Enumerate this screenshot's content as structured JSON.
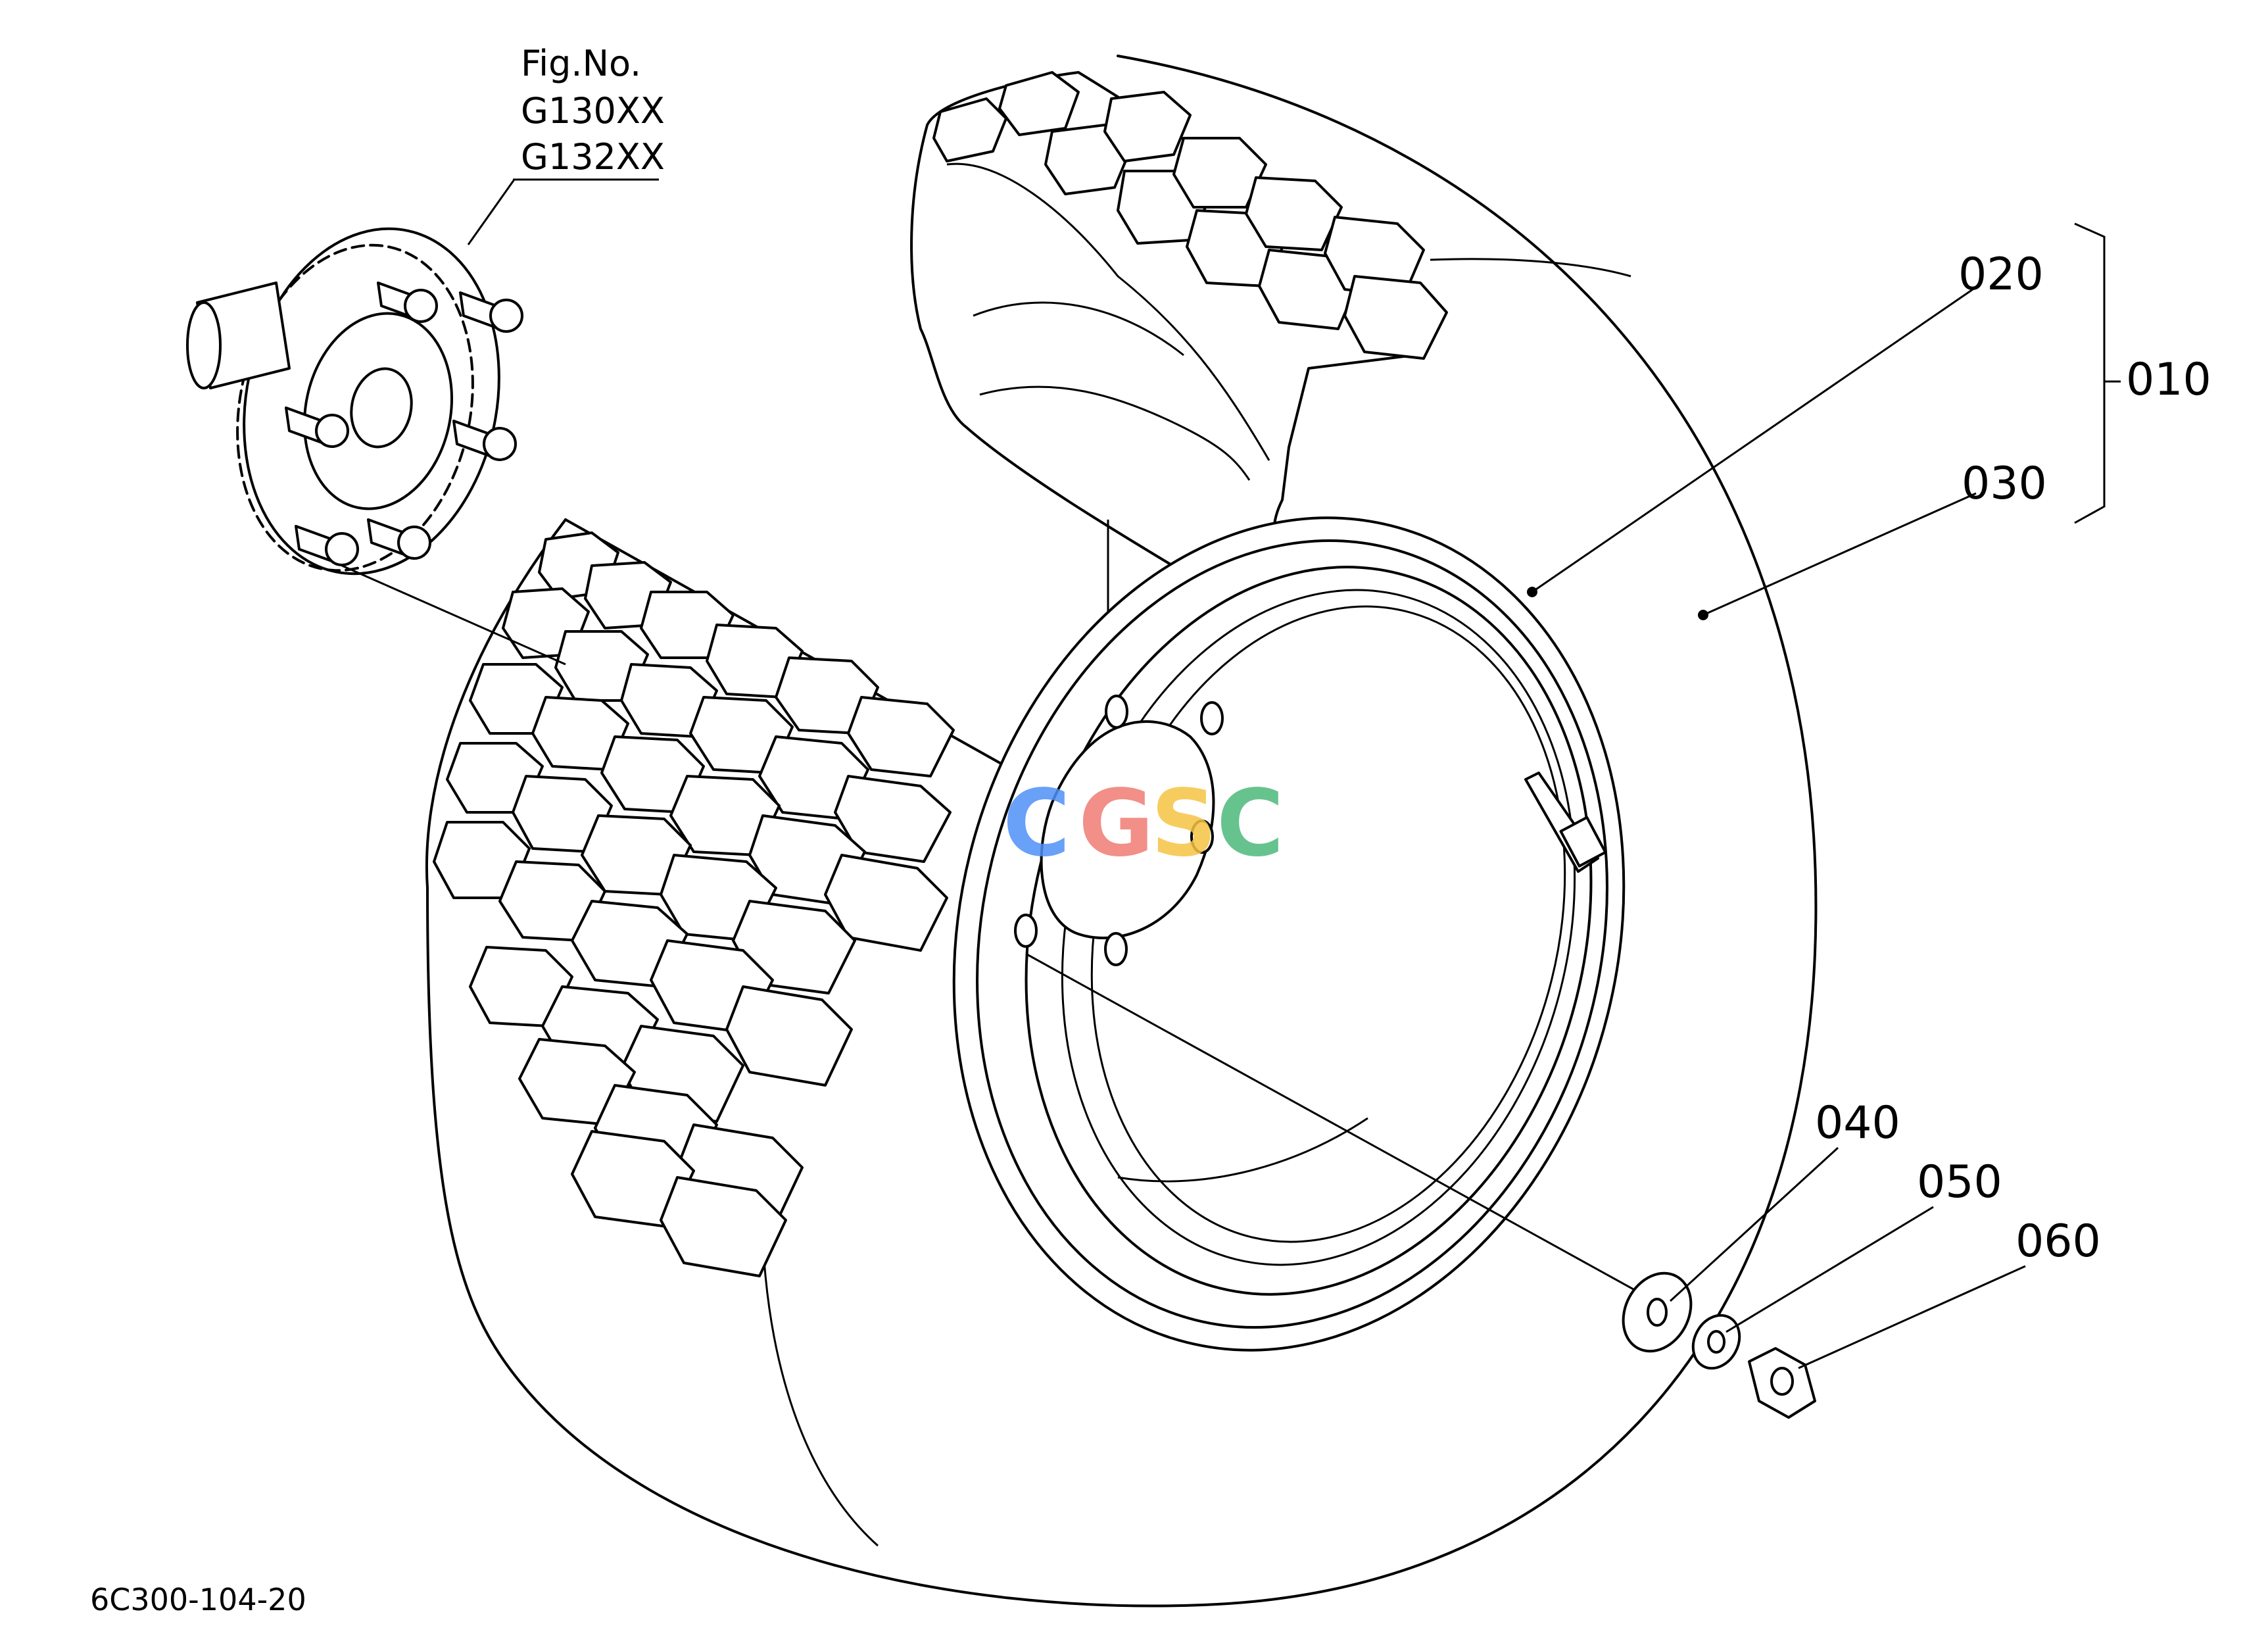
{
  "figure": {
    "fig_no_label": "Fig.No.",
    "fig_codes": [
      "G130XX",
      "G132XX"
    ],
    "drawing_id": "6C300-104-20"
  },
  "callouts": [
    {
      "id": "010"
    },
    {
      "id": "020"
    },
    {
      "id": "030"
    },
    {
      "id": "040"
    },
    {
      "id": "050"
    },
    {
      "id": "060"
    }
  ],
  "watermark": {
    "text": "CGSC",
    "colors": [
      "#4f8ff7",
      "#ef7b73",
      "#f6c343",
      "#4cb97a"
    ]
  }
}
